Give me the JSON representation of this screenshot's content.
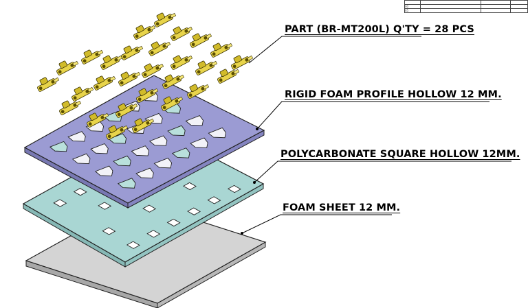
{
  "callouts": {
    "part": "PART (BR-MT200L) Q'TY = 28 PCS",
    "rigid_foam": "RIGID FOAM PROFILE HOLLOW 12 MM.",
    "polycarbonate": "POLYCARBONATE SQUARE HOLLOW 12MM.",
    "foam_sheet": "FOAM SHEET 12 MM."
  },
  "title_block": {
    "rows": [
      "",
      "60",
      "65"
    ]
  },
  "colors": {
    "foam_sheet": "#d4d4d4",
    "polycarbonate": "#a9d6d3",
    "rigid_foam": "#9b9bd3",
    "part": "#e8d44a"
  }
}
